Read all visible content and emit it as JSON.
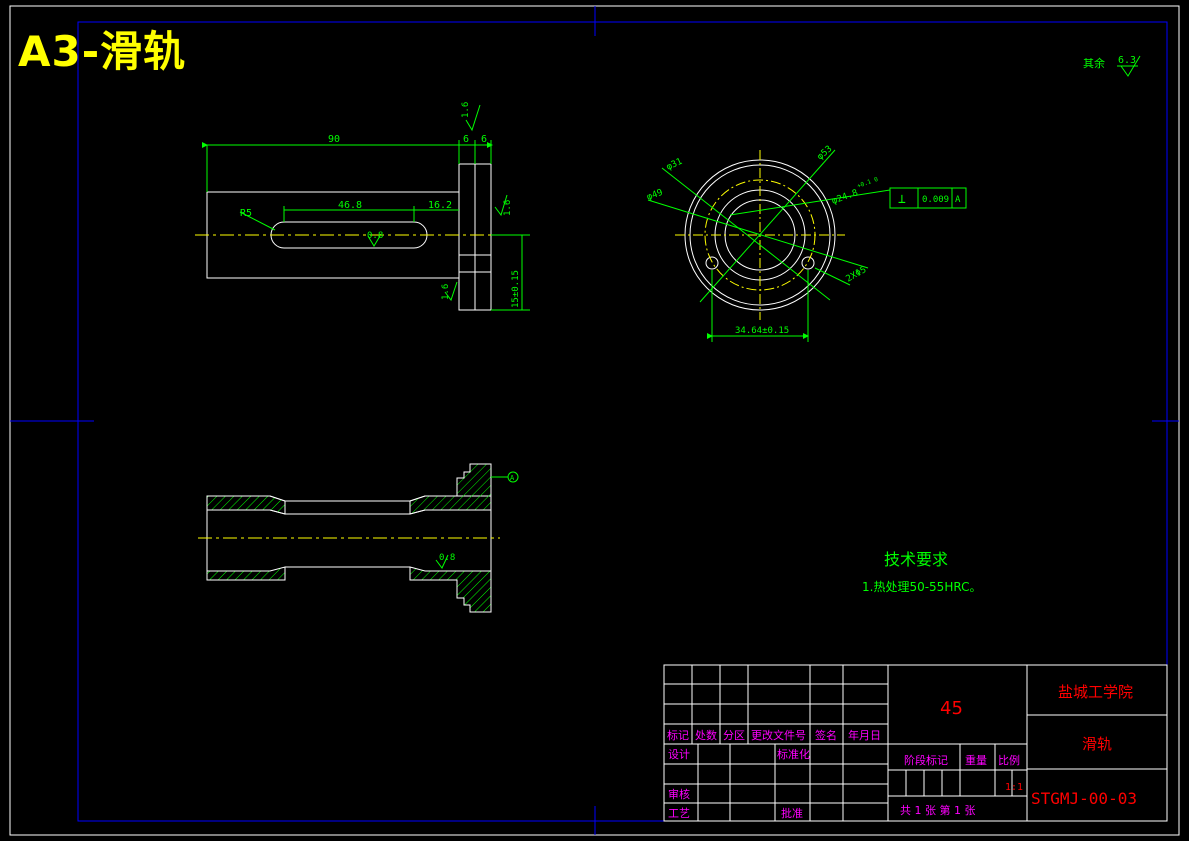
{
  "overlay_title": "A3-滑轨",
  "colors": {
    "border": "#0000ff",
    "part": "#ffffff",
    "dimension": "#00ff00",
    "center": "#ffff00",
    "titleblock_red": "#ff0000",
    "titleblock_magenta": "#ff00ff",
    "text_yellow": "#ffff00"
  },
  "surface": {
    "label": "其余",
    "value": "6.3"
  },
  "front_view": {
    "dim_length": "90",
    "dim_flange_a": "6",
    "dim_flange_b": "6",
    "dim_slot_length": "46.8",
    "dim_slot_offset": "16.2",
    "dim_radius": "R5",
    "dim_roughness_slot": "0.8",
    "dim_roughness_top": "1.6",
    "dim_roughness_right": "1.6",
    "dim_roughness_bottom": "1.6",
    "dim_height": "15±0.15"
  },
  "side_view": {
    "dim_d31": "φ31",
    "dim_d53": "φ53",
    "dim_d49": "φ49",
    "dim_d24": "φ24.8",
    "dim_d24_tol": "+0.1 0",
    "dim_holes": "2XΦ5",
    "dim_spacing": "34.64±0.15",
    "gdt_symbol": "⊥",
    "gdt_value": "0.009",
    "gdt_datum": "A"
  },
  "section_view": {
    "dim_roughness": "0.8",
    "datum_label": "A"
  },
  "notes": {
    "title": "技术要求",
    "item1": "1.热处理50-55HRC。"
  },
  "titleblock": {
    "material": "45",
    "school": "盐城工学院",
    "part_name": "滑轨",
    "drawing_no": "STGMJ-00-03",
    "h_biaoji": "标记",
    "h_chushu": "处数",
    "h_fenqu": "分区",
    "h_genggai": "更改文件号",
    "h_qianming": "签名",
    "h_nianyueri": "年月日",
    "sheji": "设计",
    "biaozhunhua": "标准化",
    "shenhe": "审核",
    "gongyi": "工艺",
    "pizhun": "批准",
    "jieduan": "阶段标记",
    "zhongliang": "重量",
    "bili": "比例",
    "scale": "1:1",
    "sheets": "共 1 张  第 1 张"
  }
}
